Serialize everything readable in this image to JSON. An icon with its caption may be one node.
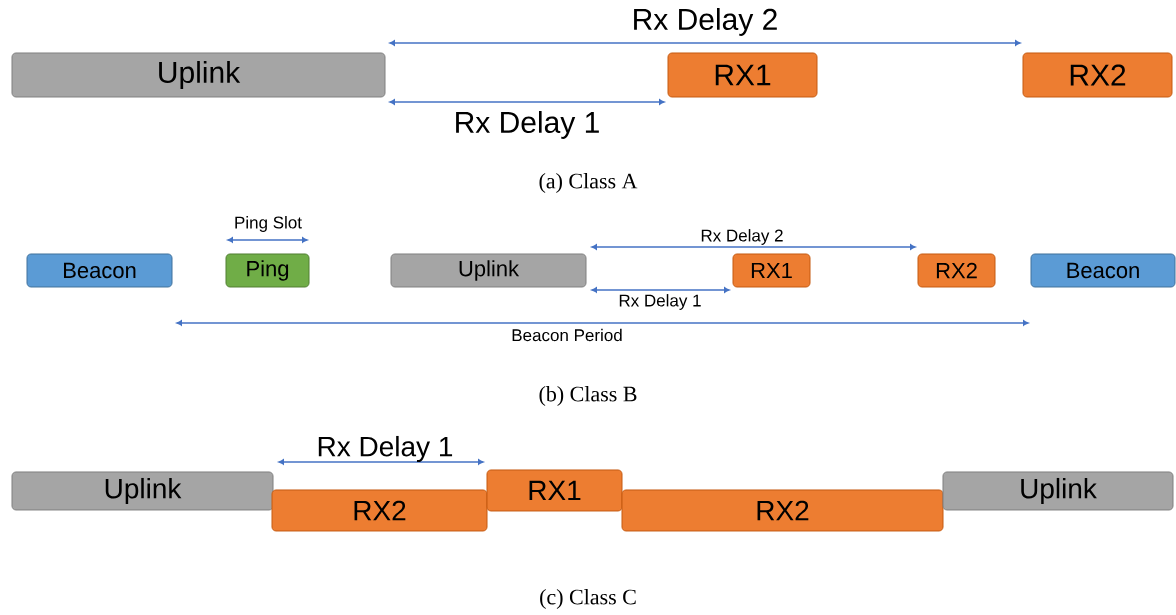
{
  "diagram": {
    "nodes": [
      {
        "text": [
          "Uplink"
        ]
      },
      {
        "text": [
          "RX1"
        ]
      },
      {
        "text": [
          "RX2"
        ]
      },
      {
        "text": [
          "Beacon"
        ]
      },
      {
        "text": [
          "Ping"
        ]
      },
      {
        "text": [
          "Uplink"
        ]
      },
      {
        "text": [
          "RX1"
        ]
      },
      {
        "text": [
          "RX2"
        ]
      },
      {
        "text": [
          "Beacon"
        ]
      },
      {
        "text": [
          "Uplink"
        ]
      },
      {
        "text": [
          "RX2"
        ]
      },
      {
        "text": [
          "RX1"
        ]
      },
      {
        "text": [
          "RX2"
        ]
      },
      {
        "text": [
          "Uplink"
        ]
      }
    ],
    "labels": [
      "Rx Delay 2",
      "Rx Delay 1",
      "(a) Class A",
      "Ping Slot",
      "Rx Delay 2",
      "Rx Delay 1",
      "Beacon Period",
      "(b) Class B",
      "Rx Delay 1",
      "(c) Class C"
    ]
  }
}
